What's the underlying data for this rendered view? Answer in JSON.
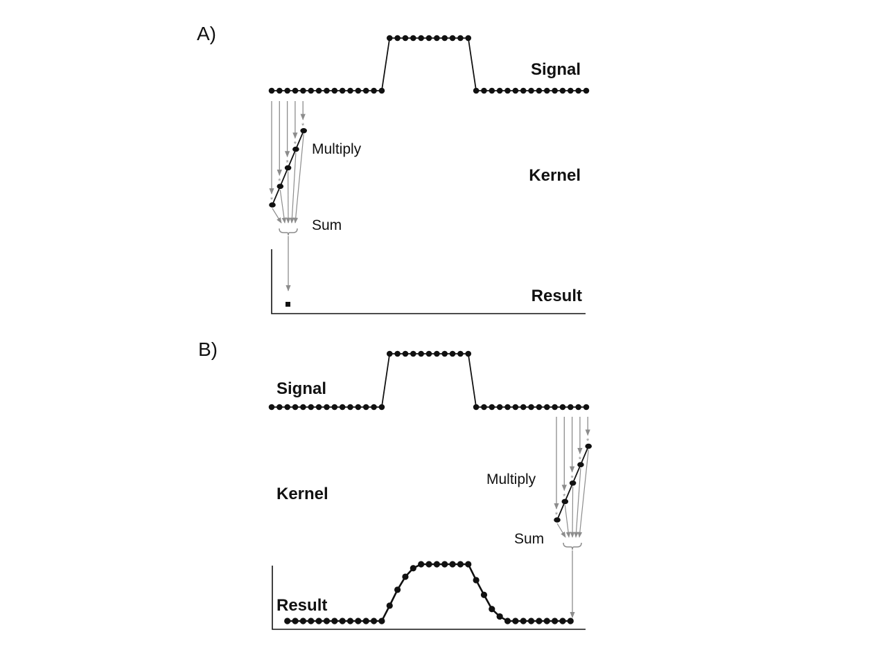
{
  "panels": [
    {
      "label": "A)",
      "signal_label": "Signal",
      "kernel_label": "Kernel",
      "result_label": "Result",
      "multiply_label": "Multiply",
      "sum_label": "Sum"
    },
    {
      "label": "B)",
      "signal_label": "Signal",
      "kernel_label": "Kernel",
      "result_label": "Result",
      "multiply_label": "Multiply",
      "sum_label": "Sum"
    }
  ],
  "signal": [
    0,
    0,
    0,
    0,
    0,
    0,
    0,
    0,
    0,
    0,
    0,
    0,
    0,
    0,
    0,
    1,
    1,
    1,
    1,
    1,
    1,
    1,
    1,
    1,
    1,
    1,
    0,
    0,
    0,
    0,
    0,
    0,
    0,
    0,
    0,
    0,
    0,
    0,
    0,
    0,
    0
  ],
  "kernel": [
    0.2,
    0.4,
    0.6,
    0.8,
    1.0
  ],
  "result_a": [
    0
  ],
  "result_b": [
    0,
    0,
    0,
    0,
    0,
    0,
    0,
    0,
    0,
    0,
    0,
    0,
    0,
    0.27,
    0.55,
    0.78,
    0.93,
    1,
    1,
    1,
    1,
    1,
    1,
    1,
    0.72,
    0.46,
    0.21,
    0.08,
    0,
    0,
    0,
    0,
    0,
    0,
    0,
    0,
    0
  ],
  "colors": {
    "ink": "#111111",
    "arrow": "#8c8c8c"
  }
}
